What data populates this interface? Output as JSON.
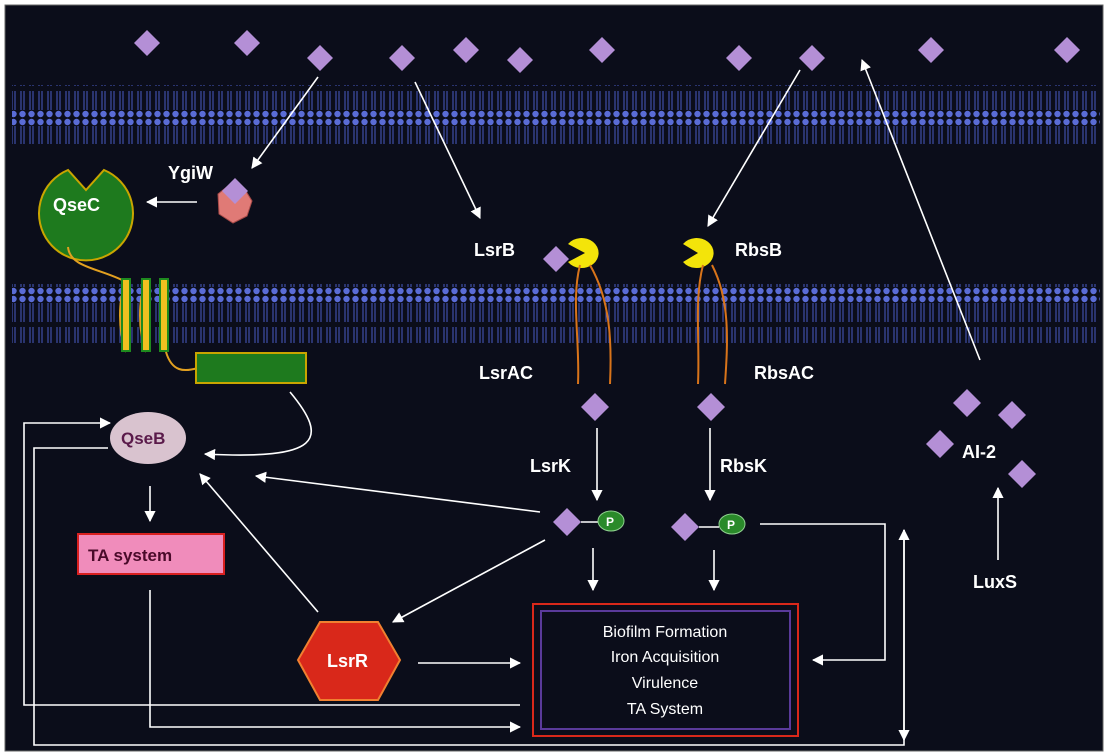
{
  "colors": {
    "background": "#0b0d1a",
    "membrane": "#5a6cd6",
    "ai2": "#b48fd6",
    "receptor_green": "#1e7a1e",
    "qseb": "#d9c3cf",
    "ta_system_box": "#f08cbb",
    "lsrr": "#d9281a",
    "binding_protein": "#f3e40a",
    "output_border": "#d9281a"
  },
  "labels": {
    "ygiw": "YgiW",
    "qsec": "QseC",
    "qseb": "QseB",
    "ta_system": "TA system",
    "lsrr": "LsrR",
    "lsrb": "LsrB",
    "rbsb": "RbsB",
    "lsrac": "LsrAC",
    "rbsac": "RbsAC",
    "lsrk": "LsrK",
    "rbsk": "RbsK",
    "ai2": "AI-2",
    "luxs": "LuxS",
    "phosphate": "P"
  },
  "outputs": [
    "Biofilm Formation",
    "Iron Acquisition",
    "Virulence",
    "TA System"
  ],
  "icons": [
    "ai2-diamond-icon",
    "phosphate-icon",
    "receptor-pacman-icon"
  ]
}
